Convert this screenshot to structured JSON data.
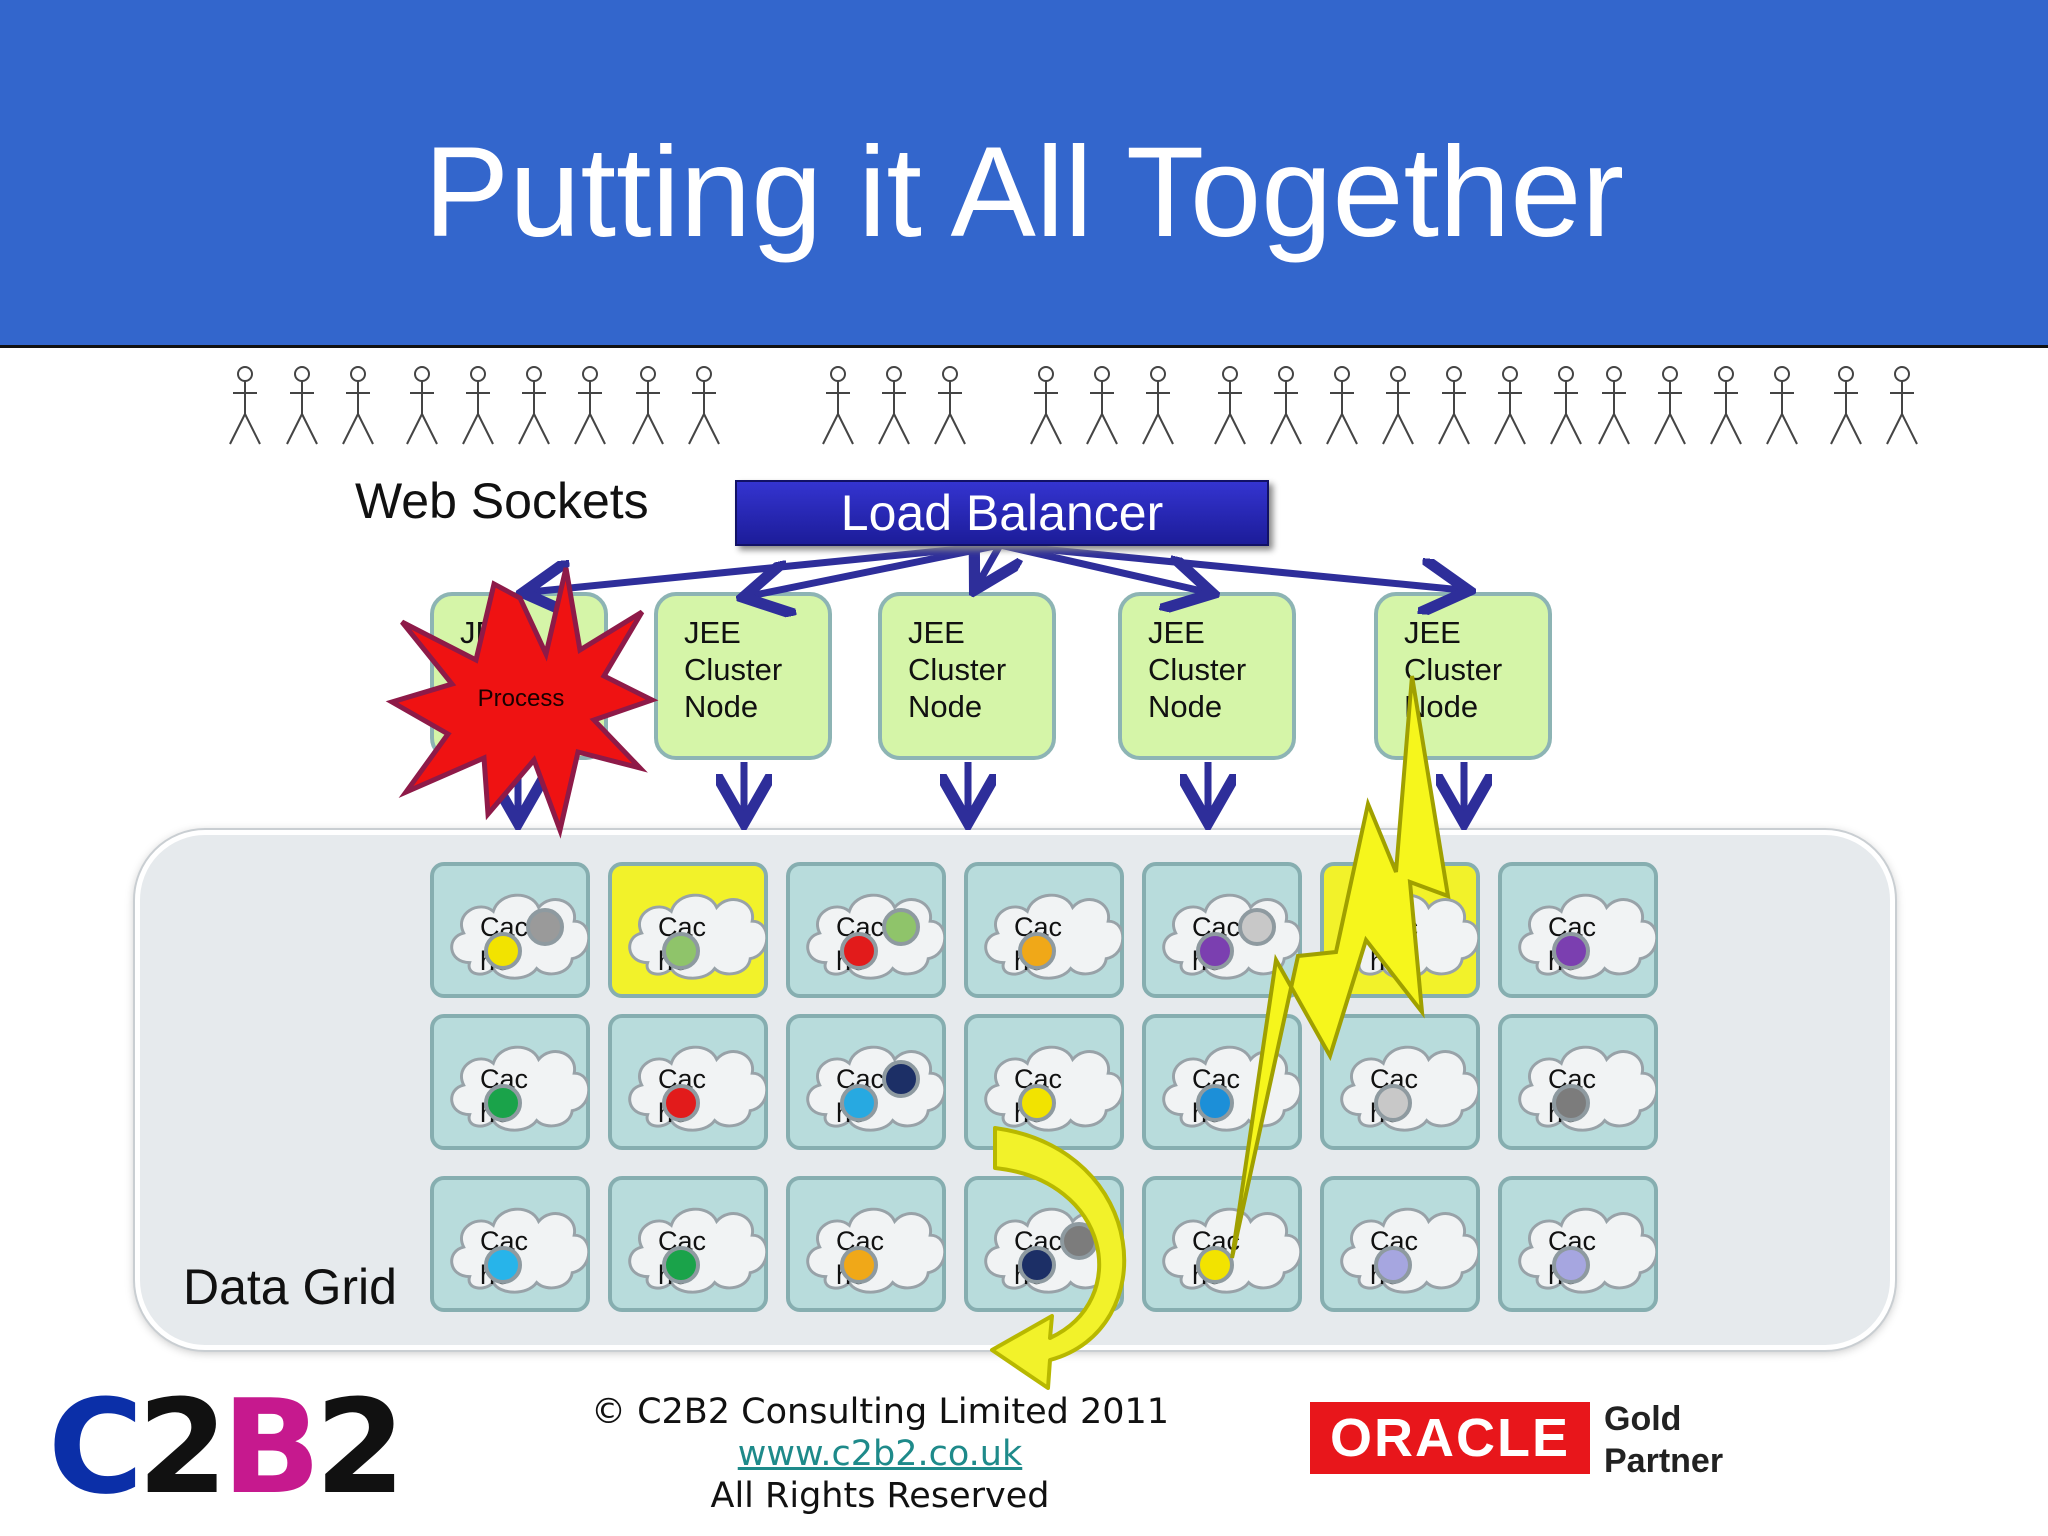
{
  "slide": {
    "title": "Putting it All Together"
  },
  "labels": {
    "web_sockets": "Web Sockets",
    "load_balancer": "Load Balancer",
    "data_grid": "Data Grid",
    "process": "Process"
  },
  "nodes": [
    {
      "label": "JEE\nCluster\nNode",
      "state": "failed"
    },
    {
      "label": "JEE\nCluster\nNode",
      "state": "ok"
    },
    {
      "label": "JEE\nCluster\nNode",
      "state": "ok"
    },
    {
      "label": "JEE\nCluster\nNode",
      "state": "ok"
    },
    {
      "label": "JEE\nCluster\nNode",
      "state": "struck"
    }
  ],
  "grid": {
    "cell_text": "Cac\nhe",
    "rows": [
      [
        {
          "dots": [
            "#f2e300",
            "#9a9a9a"
          ]
        },
        {
          "dots": [
            "#8fc46a"
          ],
          "highlight": true
        },
        {
          "dots": [
            "#e21b1b",
            "#8fc46a"
          ]
        },
        {
          "dots": [
            "#f0a818"
          ]
        },
        {
          "dots": [
            "#7b3fb0",
            "#c8c8c8"
          ]
        },
        {
          "dots": [],
          "highlight": true
        },
        {
          "dots": [
            "#7b3fb0"
          ]
        }
      ],
      [
        {
          "dots": [
            "#1aa34a"
          ]
        },
        {
          "dots": [
            "#e21b1b"
          ]
        },
        {
          "dots": [
            "#27a9e1",
            "#1c2f66"
          ]
        },
        {
          "dots": [
            "#f2e300"
          ]
        },
        {
          "dots": [
            "#1c8fd8"
          ]
        },
        {
          "dots": [
            "#c8c8c8"
          ]
        },
        {
          "dots": [
            "#7c7c7c"
          ]
        }
      ],
      [
        {
          "dots": [
            "#27b4ea"
          ]
        },
        {
          "dots": [
            "#1aa34a"
          ]
        },
        {
          "dots": [
            "#f0a818"
          ]
        },
        {
          "dots": [
            "#1c2f66",
            "#7c7c7c"
          ]
        },
        {
          "dots": [
            "#f2e300"
          ]
        },
        {
          "dots": [
            "#a6a6e0"
          ]
        },
        {
          "dots": [
            "#a6a6e0"
          ]
        }
      ]
    ]
  },
  "footer": {
    "copyright": "© C2B2 Consulting Limited 2011",
    "url": "www.c2b2.co.uk",
    "rights": "All Rights Reserved"
  },
  "logos": {
    "c2b2": "C2B2",
    "oracle": "ORACLE",
    "partner": "Gold\nPartner"
  },
  "icons": [
    "stick-figure-icon",
    "cloud-icon",
    "explosion-icon",
    "lightning-icon",
    "curved-arrow-icon"
  ]
}
